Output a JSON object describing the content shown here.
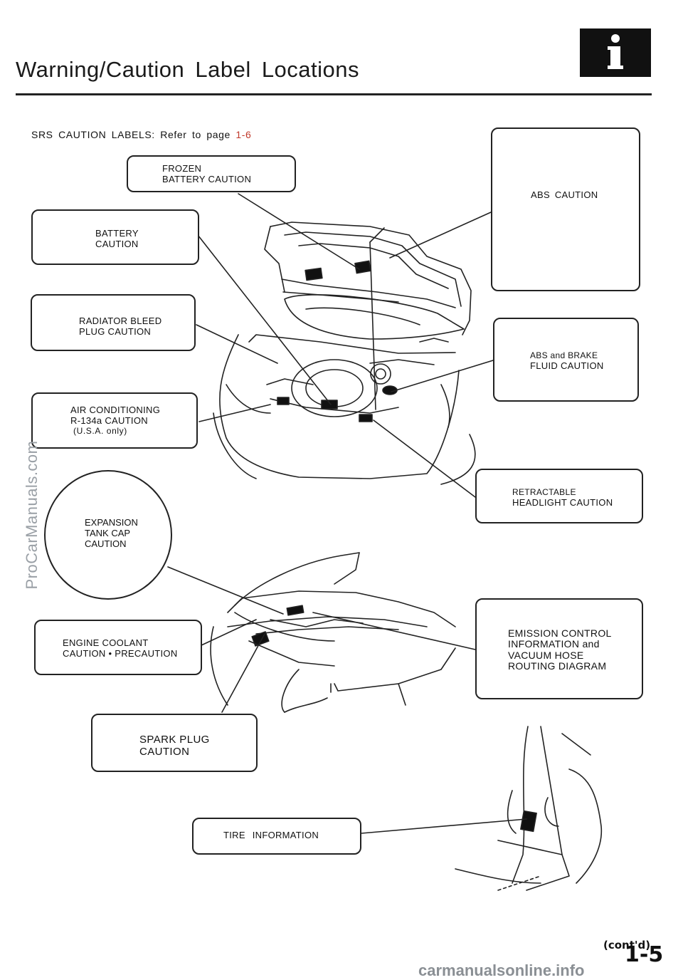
{
  "header": {
    "title": "Warning/Caution Label Locations"
  },
  "icons": {
    "info": "info-icon"
  },
  "srs_note": {
    "text": "SRS CAUTION LABELS: Refer to page ",
    "page_ref": "1-6"
  },
  "labels": {
    "frozen_battery": [
      "FROZEN",
      "BATTERY CAUTION"
    ],
    "battery": [
      "BATTERY",
      "CAUTION"
    ],
    "radiator_bleed": [
      "RADIATOR BLEED",
      "PLUG CAUTION"
    ],
    "air_conditioning": [
      "AIR CONDITIONING",
      "R-134a CAUTION",
      "(U.S.A. only)"
    ],
    "expansion_tank": [
      "EXPANSION",
      "TANK CAP",
      "CAUTION"
    ],
    "engine_coolant": [
      "ENGINE COOLANT",
      "CAUTION • PRECAUTION"
    ],
    "spark_plug": [
      "SPARK PLUG",
      "CAUTION"
    ],
    "tire_information": [
      "TIRE INFORMATION"
    ],
    "abs_caution": [
      "ABS CAUTION"
    ],
    "abs_brake_fluid": [
      "ABS and BRAKE",
      "FLUID CAUTION"
    ],
    "retractable_headlight": [
      "RETRACTABLE",
      "HEADLIGHT CAUTION"
    ],
    "emission_control": [
      "EMISSION CONTROL",
      "INFORMATION and",
      "VACUUM HOSE",
      "ROUTING DIAGRAM"
    ]
  },
  "watermark": "ProCarManuals.com",
  "footer": {
    "contd": "(cont'd)",
    "page_number": "1-5",
    "site": "carmanualsonline.info"
  }
}
